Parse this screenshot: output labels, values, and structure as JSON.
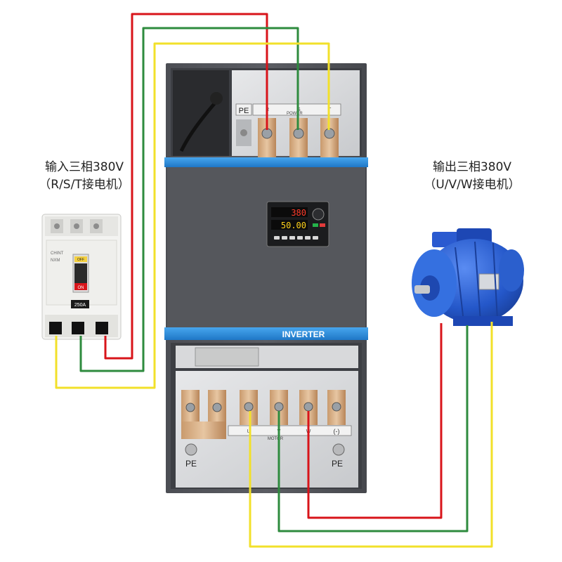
{
  "input": {
    "caption_line1": "输入三相380V",
    "caption_line2": "（R/S/T接电机）"
  },
  "output": {
    "caption_line1": "输出三相380V",
    "caption_line2": "（U/V/W接电机）"
  },
  "inverter": {
    "band_label": "INVERTER",
    "display_top": "380",
    "display_bottom": "50.00",
    "input_pe_label": "PE",
    "input_terminal_letters": [
      "R",
      "S",
      "T"
    ],
    "power_label": "POWER",
    "motor_label": "MOTOR",
    "output_terminal_letters": [
      "U",
      "V",
      "W"
    ],
    "minus_label": "(-)",
    "pe_left_label": "PE",
    "pe_right_label": "PE"
  },
  "breaker": {
    "rating": "250A",
    "brand": "CHINT",
    "model": "NXM",
    "on_label": "ON",
    "off_label": "OFF"
  },
  "wire_colors": {
    "red": "#d8141a",
    "green": "#2e8b3e",
    "yellow": "#f2e02a"
  },
  "accent_color": "#2f8fd9"
}
